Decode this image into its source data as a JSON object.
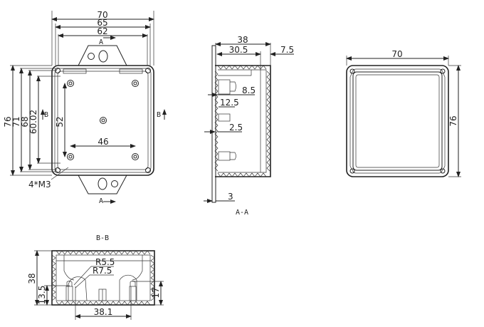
{
  "front_view": {
    "width_dims": [
      "70",
      "65",
      "62"
    ],
    "height_dims": [
      "76",
      "71",
      "68",
      "60.02",
      "52"
    ],
    "hole_spacing": "46",
    "screw_note": "4*M3",
    "section_marker_a": "A",
    "section_marker_b": "B"
  },
  "section_aa": {
    "title": "A-A",
    "dims": {
      "depth_total": "38",
      "depth_body": "30.5",
      "lid": "7.5",
      "boss_len": "8.5",
      "boss_pos": "12.5",
      "wall": "2.5",
      "flange": "3"
    }
  },
  "lid_view": {
    "width": "70",
    "height": "76"
  },
  "section_bb": {
    "title": "B-B",
    "dims": {
      "height": "38",
      "boss_height_left": "13.5",
      "boss_height_right": "17",
      "r_inner": "R5.5",
      "r_outer": "R7.5",
      "boss_spacing": "38.1"
    }
  }
}
